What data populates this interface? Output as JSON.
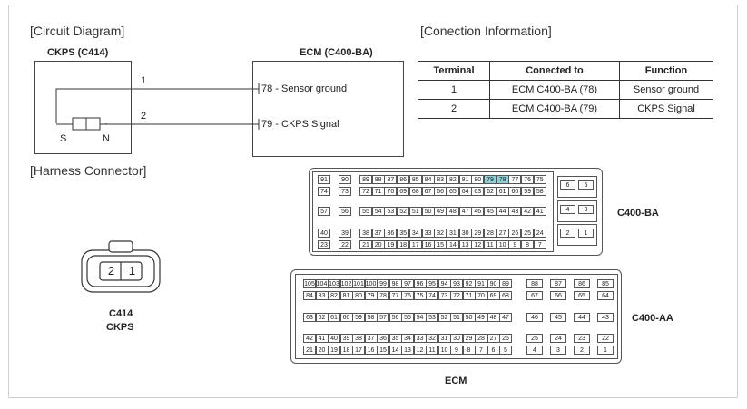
{
  "circuit_title": "[Circuit Diagram]",
  "ckps_title": "CKPS (C414)",
  "ecm_title": "ECM (C400-BA)",
  "wire1_num": "1",
  "wire2_num": "2",
  "s_label": "S",
  "n_label": "N",
  "ecm_pin_78": "78 - Sensor ground",
  "ecm_pin_79": "79 - CKPS Signal",
  "connection_title": "[Conection Information]",
  "table": {
    "headers": [
      "Terminal",
      "Conected to",
      "Function"
    ],
    "rows": [
      [
        "1",
        "ECM C400-BA (78)",
        "Sensor ground"
      ],
      [
        "2",
        "ECM C400-BA (79)",
        "CKPS Signal"
      ]
    ]
  },
  "harness_title": "[Harness Connector]",
  "connector_pins": [
    "2",
    "1"
  ],
  "c414_label": "C414",
  "ckps_label": "CKPS",
  "c400ba_label": "C400-BA",
  "c400aa_label": "C400-AA",
  "ecm_label": "ECM",
  "highlight_color": "#8fd0d6",
  "ba_rows": [
    {
      "groups": [
        [
          "91"
        ],
        [
          "90"
        ],
        [
          "89",
          "88",
          "87",
          "86",
          "85",
          "84",
          "83",
          "82",
          "81",
          "80",
          "79",
          "78",
          "77",
          "76",
          "75"
        ]
      ]
    },
    {
      "groups": [
        [
          "74"
        ],
        [
          "73"
        ],
        [
          "72",
          "71",
          "70",
          "69",
          "68",
          "67",
          "66",
          "65",
          "64",
          "63",
          "62",
          "61",
          "60",
          "59",
          "58"
        ]
      ]
    },
    {
      "groups": [
        [
          "57"
        ],
        [
          "56"
        ],
        [
          "55",
          "54",
          "53",
          "52",
          "51",
          "50",
          "49",
          "48",
          "47",
          "46",
          "45",
          "44",
          "43",
          "42",
          "41"
        ]
      ]
    },
    {
      "groups": [
        [
          "40"
        ],
        [
          "39"
        ],
        [
          "38",
          "37",
          "36",
          "35",
          "34",
          "33",
          "32",
          "31",
          "30",
          "29",
          "28",
          "27",
          "26",
          "25",
          "24"
        ]
      ]
    },
    {
      "groups": [
        [
          "23"
        ],
        [
          "22"
        ],
        [
          "21",
          "20",
          "19",
          "18",
          "17",
          "16",
          "15",
          "14",
          "13",
          "12",
          "11",
          "10",
          "9",
          "8",
          "7"
        ]
      ]
    }
  ],
  "ba_right": [
    [
      "6",
      "5"
    ],
    [
      "4",
      "3"
    ],
    [
      "2",
      "1"
    ]
  ],
  "ba_highlight": [
    "79",
    "78"
  ],
  "aa_rows": [
    {
      "main": [
        "105",
        "104",
        "103",
        "102",
        "101",
        "100",
        "99",
        "98",
        "97",
        "96",
        "95",
        "94",
        "93",
        "92",
        "91",
        "90",
        "89"
      ],
      "right": [
        "88",
        "87",
        "86",
        "85"
      ]
    },
    {
      "main": [
        "84",
        "83",
        "82",
        "81",
        "80",
        "79",
        "78",
        "77",
        "76",
        "75",
        "74",
        "73",
        "72",
        "71",
        "70",
        "69",
        "68"
      ],
      "right": [
        "67",
        "66",
        "65",
        "64"
      ]
    },
    {
      "main": [
        "63",
        "62",
        "61",
        "60",
        "59",
        "58",
        "57",
        "56",
        "55",
        "54",
        "53",
        "52",
        "51",
        "50",
        "49",
        "48",
        "47"
      ],
      "right": [
        "46",
        "45",
        "44",
        "43"
      ]
    },
    {
      "main": [
        "42",
        "41",
        "40",
        "39",
        "38",
        "37",
        "36",
        "35",
        "34",
        "33",
        "32",
        "31",
        "30",
        "29",
        "28",
        "27",
        "26"
      ],
      "right": [
        "25",
        "24",
        "23",
        "22"
      ]
    },
    {
      "main": [
        "21",
        "20",
        "19",
        "18",
        "17",
        "16",
        "15",
        "14",
        "13",
        "12",
        "11",
        "10",
        "9",
        "8",
        "7",
        "6",
        "5"
      ],
      "right": [
        "4",
        "3",
        "2",
        "1"
      ]
    }
  ]
}
